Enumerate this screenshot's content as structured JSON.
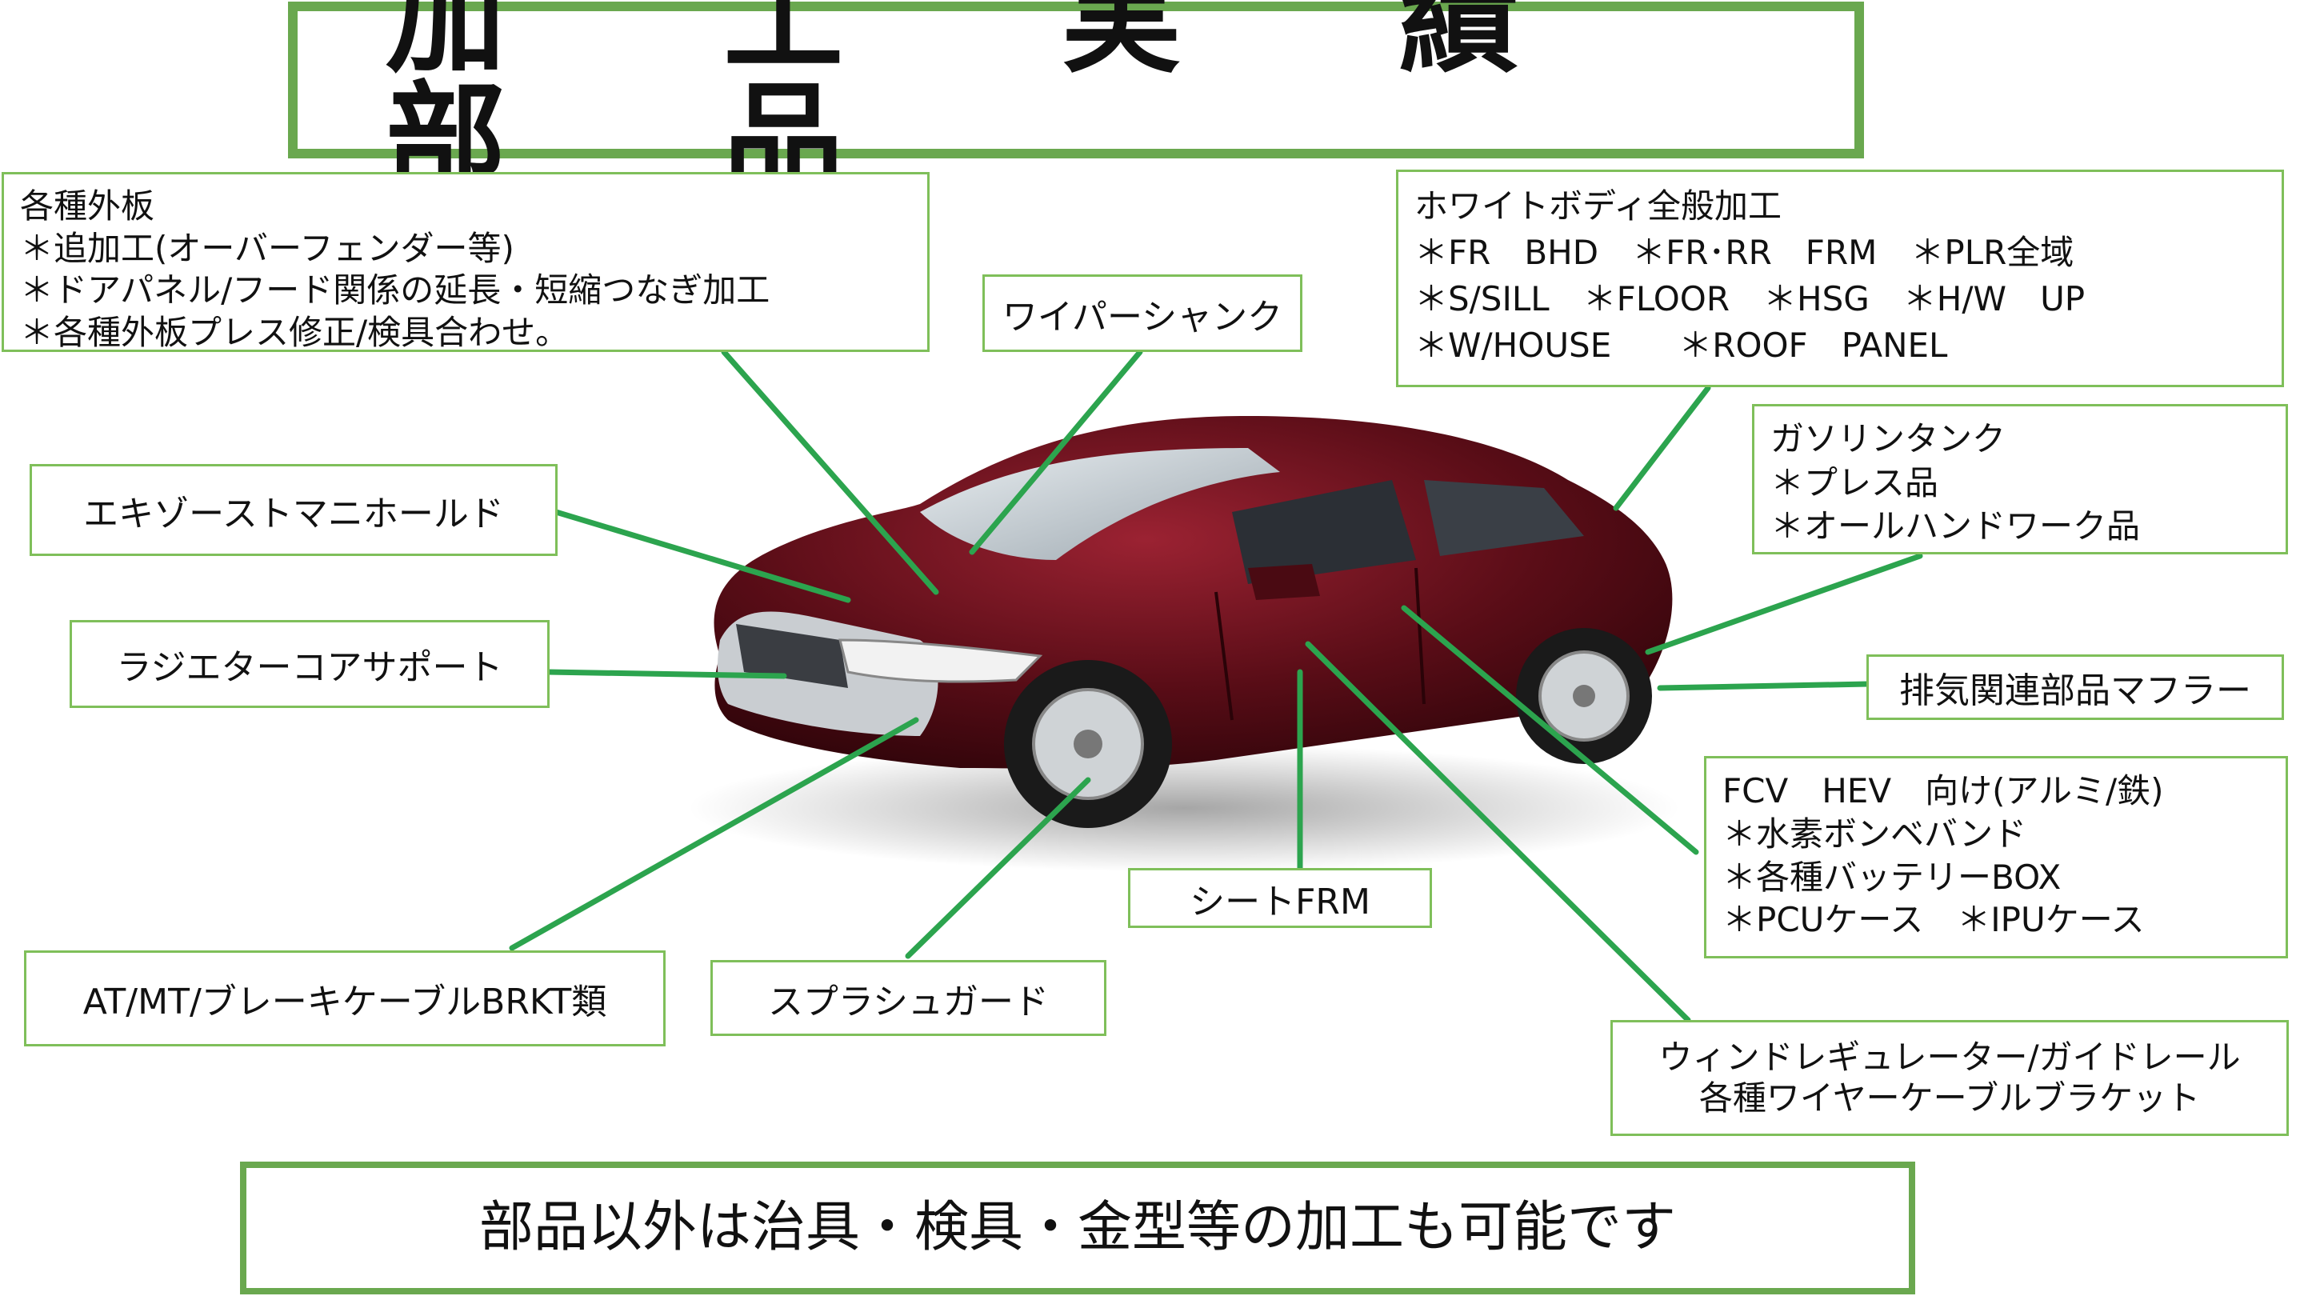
{
  "title": "加 工 実 績 部 品",
  "footer": "部品以外は治具・検具・金型等の加工も可能です",
  "callouts": {
    "outer_panels": {
      "heading": "各種外板",
      "items": [
        "＊追加工(オーバーフェンダー等)",
        "＊ドアパネル/フード関係の延長・短縮つなぎ加工",
        "＊各種外板プレス修正/検具合わせ。"
      ]
    },
    "wiper_shank": "ワイパーシャンク",
    "white_body": {
      "heading": "ホワイトボディ全般加工",
      "items": [
        "＊FR　BHD　＊FR･RR　FRM　＊PLR全域",
        "＊S/SILL　＊FLOOR　＊HSG　＊H/W　UP",
        "＊W/HOUSE　　＊ROOF　PANEL"
      ]
    },
    "exhaust_manifold": "エキゾーストマニホールド",
    "radiator_support": "ラジエターコアサポート",
    "fuel_tank": {
      "heading": "ガソリンタンク",
      "items": [
        "＊プレス品",
        "＊オールハンドワーク品"
      ]
    },
    "muffler": "排気関連部品マフラー",
    "fcv_hev": {
      "heading": "FCV　HEV　向け(アルミ/鉄)",
      "items": [
        "＊水素ボンベバンド",
        "＊各種バッテリーBOX",
        "＊PCUケース　＊IPUケース"
      ]
    },
    "seat_frm": "シートFRM",
    "at_mt_brkt": "AT/MT/ブレーキケーブルBRKT類",
    "splash_guard": "スプラシュガード",
    "window_regulator": {
      "lines": [
        "ウィンドレギュレーター/ガイドレール",
        "各種ワイヤーケーブルブラケット"
      ]
    }
  },
  "colors": {
    "frame_green": "#6aa84f",
    "leader_green": "#2ca44e",
    "car_body": "#5a0d17"
  }
}
